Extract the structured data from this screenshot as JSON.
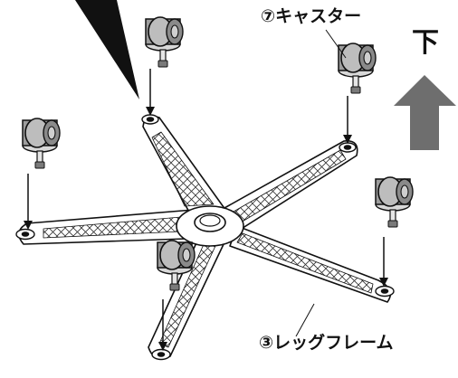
{
  "labels": {
    "caster": "⑦キャスター",
    "leg_frame": "③レッグフレーム",
    "direction": "下"
  },
  "colors": {
    "line": "#111111",
    "caster_wheel": "#a9a9a9",
    "arrow": "#6e6e6e",
    "frame_fill": "#ffffff",
    "lattice": "#333333"
  },
  "icons": {
    "caster": "caster-wheel-icon",
    "direction": "down-arrow-icon"
  }
}
